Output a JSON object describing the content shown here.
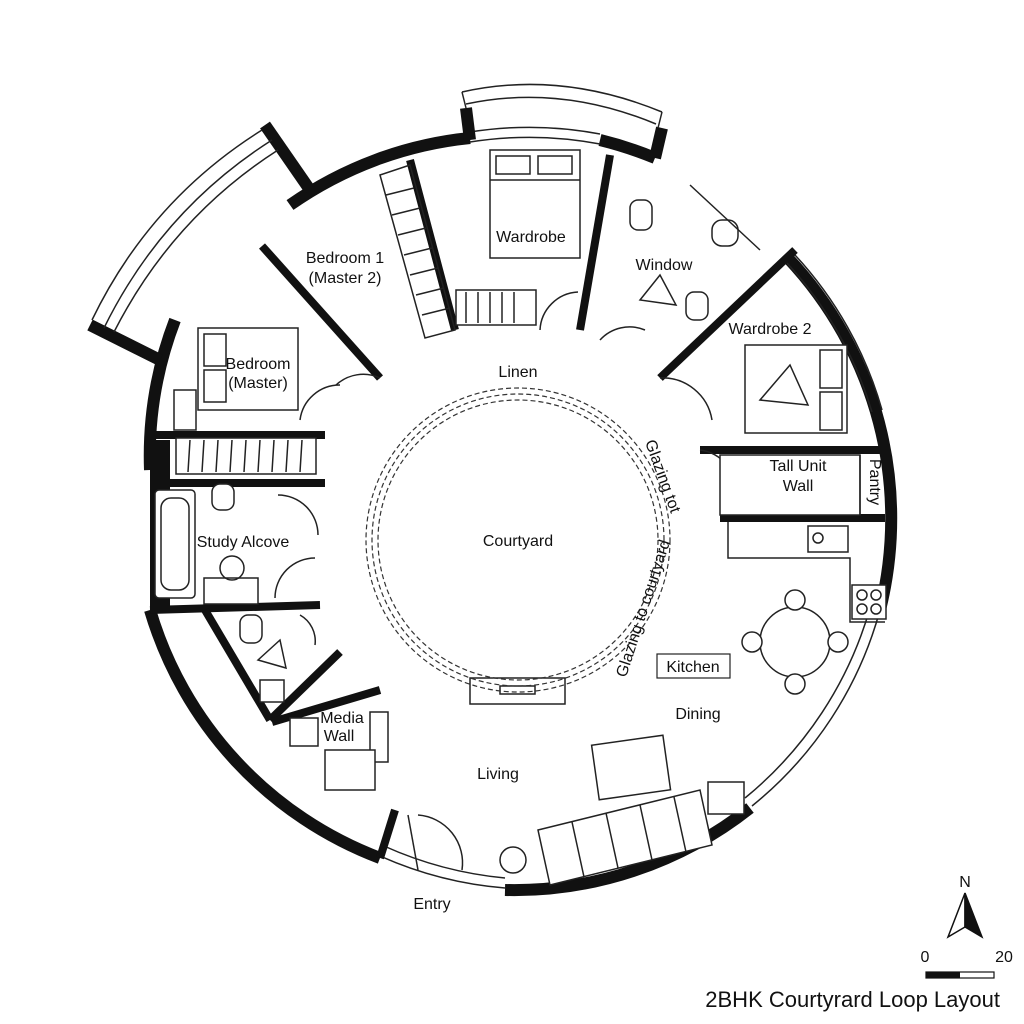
{
  "title": "2BHK Courtyrard Loop Layout",
  "rooms": {
    "bedroom1_line1": "Bedroom 1",
    "bedroom1_line2": "(Master 2)",
    "wardrobe": "Wardrobe",
    "window": "Window",
    "bedroom_master_line1": "Bedroom",
    "bedroom_master_line2": "(Master)",
    "wardrobe2": "Wardrobe 2",
    "linen": "Linen",
    "tall_unit_line1": "Tall Unit",
    "tall_unit_line2": "Wall",
    "pantry": "Pantry",
    "study_alcove": "Study Alcove",
    "courtyard": "Courtyard",
    "glazing_top": "Glazing tot",
    "glazing_side": "Glazing to courtyard",
    "kitchen": "Kitchen",
    "dining": "Dining",
    "media_line1": "Media",
    "media_line2": "Wall",
    "living": "Living",
    "entry": "Entry"
  },
  "compass": {
    "north": "N"
  },
  "scale": {
    "start": "0",
    "end": "20"
  }
}
